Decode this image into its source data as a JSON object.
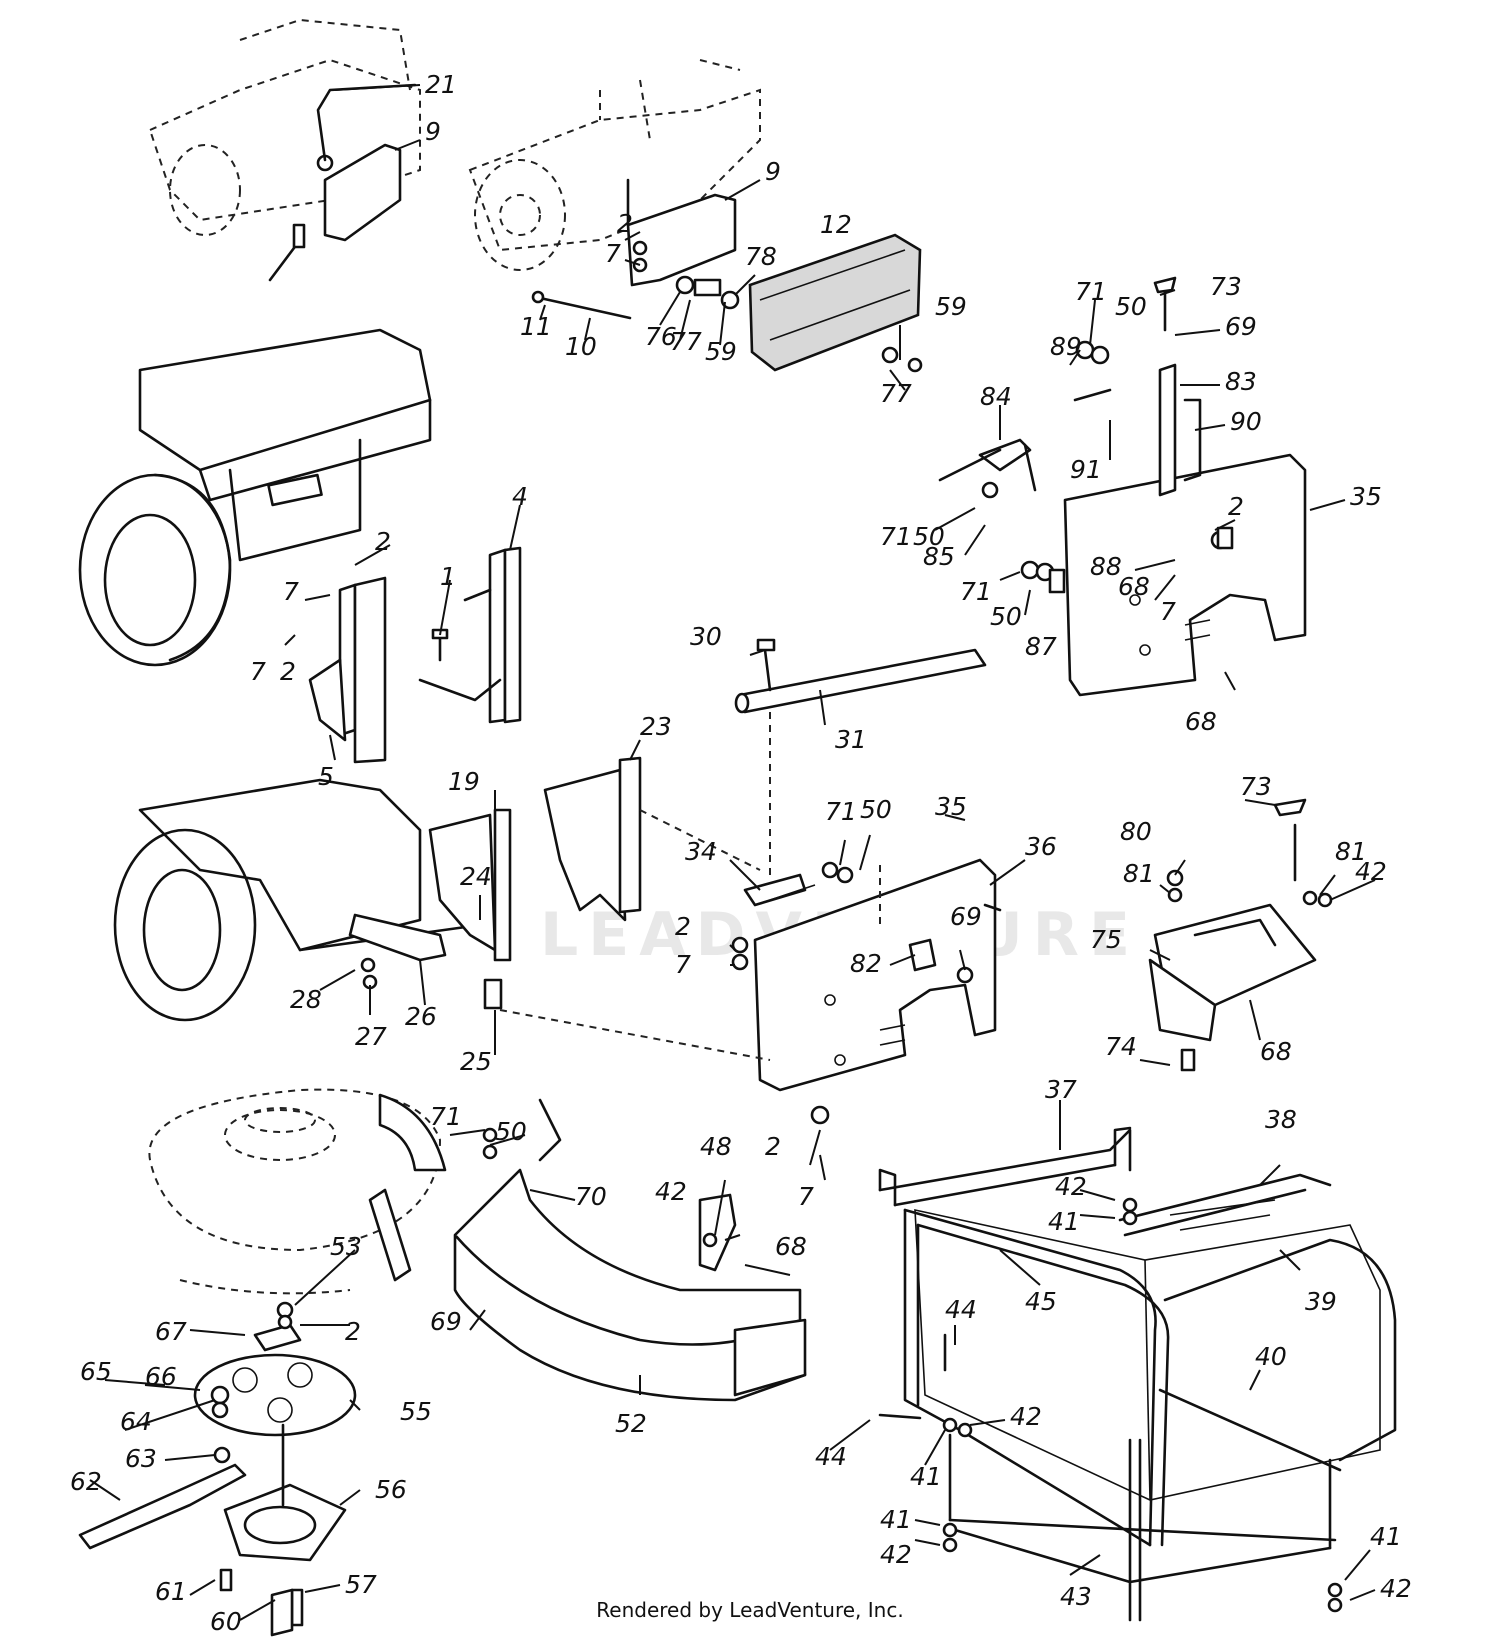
{
  "footer": {
    "credit": "Rendered by LeadVenture, Inc."
  },
  "watermark": {
    "text": "LEADVENTURE"
  },
  "callouts": [
    {
      "id": "c01",
      "text": "21"
    },
    {
      "id": "c02",
      "text": "9"
    },
    {
      "id": "c03",
      "text": "9"
    },
    {
      "id": "c04",
      "text": "2"
    },
    {
      "id": "c05",
      "text": "7"
    },
    {
      "id": "c06",
      "text": "78"
    },
    {
      "id": "c07",
      "text": "12"
    },
    {
      "id": "c08",
      "text": "11"
    },
    {
      "id": "c09",
      "text": "10"
    },
    {
      "id": "c10",
      "text": "76"
    },
    {
      "id": "c11",
      "text": "77"
    },
    {
      "id": "c12",
      "text": "59"
    },
    {
      "id": "c13",
      "text": "59"
    },
    {
      "id": "c14",
      "text": "77"
    },
    {
      "id": "c15",
      "text": "73"
    },
    {
      "id": "c16",
      "text": "71"
    },
    {
      "id": "c17",
      "text": "50"
    },
    {
      "id": "c18",
      "text": "69"
    },
    {
      "id": "c19",
      "text": "89"
    },
    {
      "id": "c20",
      "text": "83"
    },
    {
      "id": "c21",
      "text": "84"
    },
    {
      "id": "c22",
      "text": "90"
    },
    {
      "id": "c23",
      "text": "91"
    },
    {
      "id": "c24",
      "text": "35"
    },
    {
      "id": "c25",
      "text": "71"
    },
    {
      "id": "c26",
      "text": "50"
    },
    {
      "id": "c27",
      "text": "85"
    },
    {
      "id": "c28",
      "text": "2"
    },
    {
      "id": "c29",
      "text": "88"
    },
    {
      "id": "c30",
      "text": "68"
    },
    {
      "id": "c31",
      "text": "7"
    },
    {
      "id": "c32",
      "text": "71"
    },
    {
      "id": "c33",
      "text": "50"
    },
    {
      "id": "c34",
      "text": "87"
    },
    {
      "id": "c35",
      "text": "68"
    },
    {
      "id": "c36",
      "text": "4"
    },
    {
      "id": "c37",
      "text": "2"
    },
    {
      "id": "c38",
      "text": "1"
    },
    {
      "id": "c39",
      "text": "7"
    },
    {
      "id": "c40",
      "text": "7"
    },
    {
      "id": "c41",
      "text": "2"
    },
    {
      "id": "c42",
      "text": "5"
    },
    {
      "id": "c43",
      "text": "30"
    },
    {
      "id": "c44",
      "text": "31"
    },
    {
      "id": "c45",
      "text": "23"
    },
    {
      "id": "c46",
      "text": "19"
    },
    {
      "id": "c47",
      "text": "71"
    },
    {
      "id": "c48",
      "text": "50"
    },
    {
      "id": "c49",
      "text": "35"
    },
    {
      "id": "c50",
      "text": "36"
    },
    {
      "id": "c51",
      "text": "34"
    },
    {
      "id": "c52",
      "text": "24"
    },
    {
      "id": "c53",
      "text": "2"
    },
    {
      "id": "c54",
      "text": "7"
    },
    {
      "id": "c55",
      "text": "69"
    },
    {
      "id": "c56",
      "text": "82"
    },
    {
      "id": "c57",
      "text": "28"
    },
    {
      "id": "c58",
      "text": "27"
    },
    {
      "id": "c59",
      "text": "26"
    },
    {
      "id": "c60",
      "text": "25"
    },
    {
      "id": "c61",
      "text": "73"
    },
    {
      "id": "c62",
      "text": "80"
    },
    {
      "id": "c63",
      "text": "81"
    },
    {
      "id": "c64",
      "text": "81"
    },
    {
      "id": "c65",
      "text": "42"
    },
    {
      "id": "c66",
      "text": "75"
    },
    {
      "id": "c67",
      "text": "74"
    },
    {
      "id": "c68",
      "text": "68"
    },
    {
      "id": "c69",
      "text": "2"
    },
    {
      "id": "c70",
      "text": "7"
    },
    {
      "id": "c71",
      "text": "71"
    },
    {
      "id": "c72",
      "text": "50"
    },
    {
      "id": "c73",
      "text": "70"
    },
    {
      "id": "c74",
      "text": "48"
    },
    {
      "id": "c75",
      "text": "42"
    },
    {
      "id": "c76",
      "text": "68"
    },
    {
      "id": "c77",
      "text": "69"
    },
    {
      "id": "c78",
      "text": "52"
    },
    {
      "id": "c79",
      "text": "53"
    },
    {
      "id": "c80",
      "text": "2"
    },
    {
      "id": "c81",
      "text": "67"
    },
    {
      "id": "c82",
      "text": "65"
    },
    {
      "id": "c83",
      "text": "66"
    },
    {
      "id": "c84",
      "text": "55"
    },
    {
      "id": "c85",
      "text": "64"
    },
    {
      "id": "c86",
      "text": "63"
    },
    {
      "id": "c87",
      "text": "62"
    },
    {
      "id": "c88",
      "text": "56"
    },
    {
      "id": "c89",
      "text": "61"
    },
    {
      "id": "c90",
      "text": "57"
    },
    {
      "id": "c91",
      "text": "60"
    },
    {
      "id": "c92",
      "text": "37"
    },
    {
      "id": "c93",
      "text": "38"
    },
    {
      "id": "c94",
      "text": "42"
    },
    {
      "id": "c95",
      "text": "41"
    },
    {
      "id": "c96",
      "text": "45"
    },
    {
      "id": "c97",
      "text": "39"
    },
    {
      "id": "c98",
      "text": "44"
    },
    {
      "id": "c99",
      "text": "40"
    },
    {
      "id": "c100",
      "text": "42"
    },
    {
      "id": "c101",
      "text": "44"
    },
    {
      "id": "c102",
      "text": "41"
    },
    {
      "id": "c103",
      "text": "41"
    },
    {
      "id": "c104",
      "text": "42"
    },
    {
      "id": "c105",
      "text": "43"
    },
    {
      "id": "c106",
      "text": "41"
    },
    {
      "id": "c107",
      "text": "42"
    }
  ]
}
